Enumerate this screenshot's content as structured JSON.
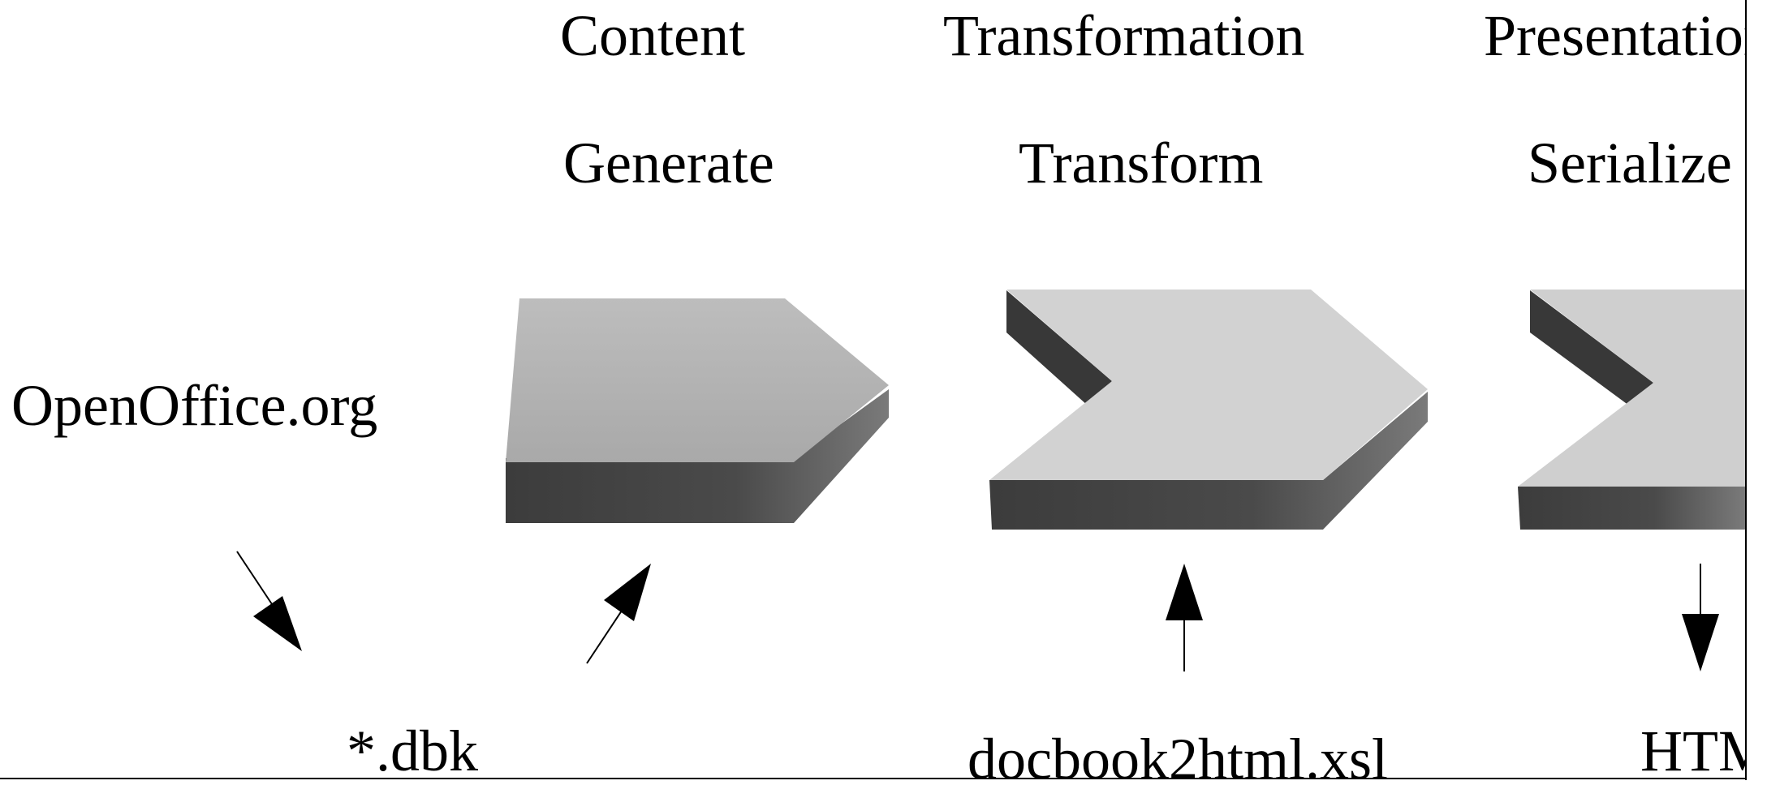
{
  "stages": [
    {
      "header": "Content",
      "action": "Generate"
    },
    {
      "header": "Transformation",
      "action": "Transform"
    },
    {
      "header": "Presentation",
      "action": "Serialize"
    }
  ],
  "source_label": "OpenOffice.org",
  "bottom_labels": {
    "input_file": "*.dbk",
    "stylesheet": "docbook2html.xsl",
    "output": "HTML"
  },
  "colors": {
    "face_content": "#b5b5b5",
    "face_transform": "#d3d3d3",
    "face_present": "#d0d0d0",
    "side_dark": "#3a3a3a",
    "side_mid": "#6a6a6a"
  }
}
